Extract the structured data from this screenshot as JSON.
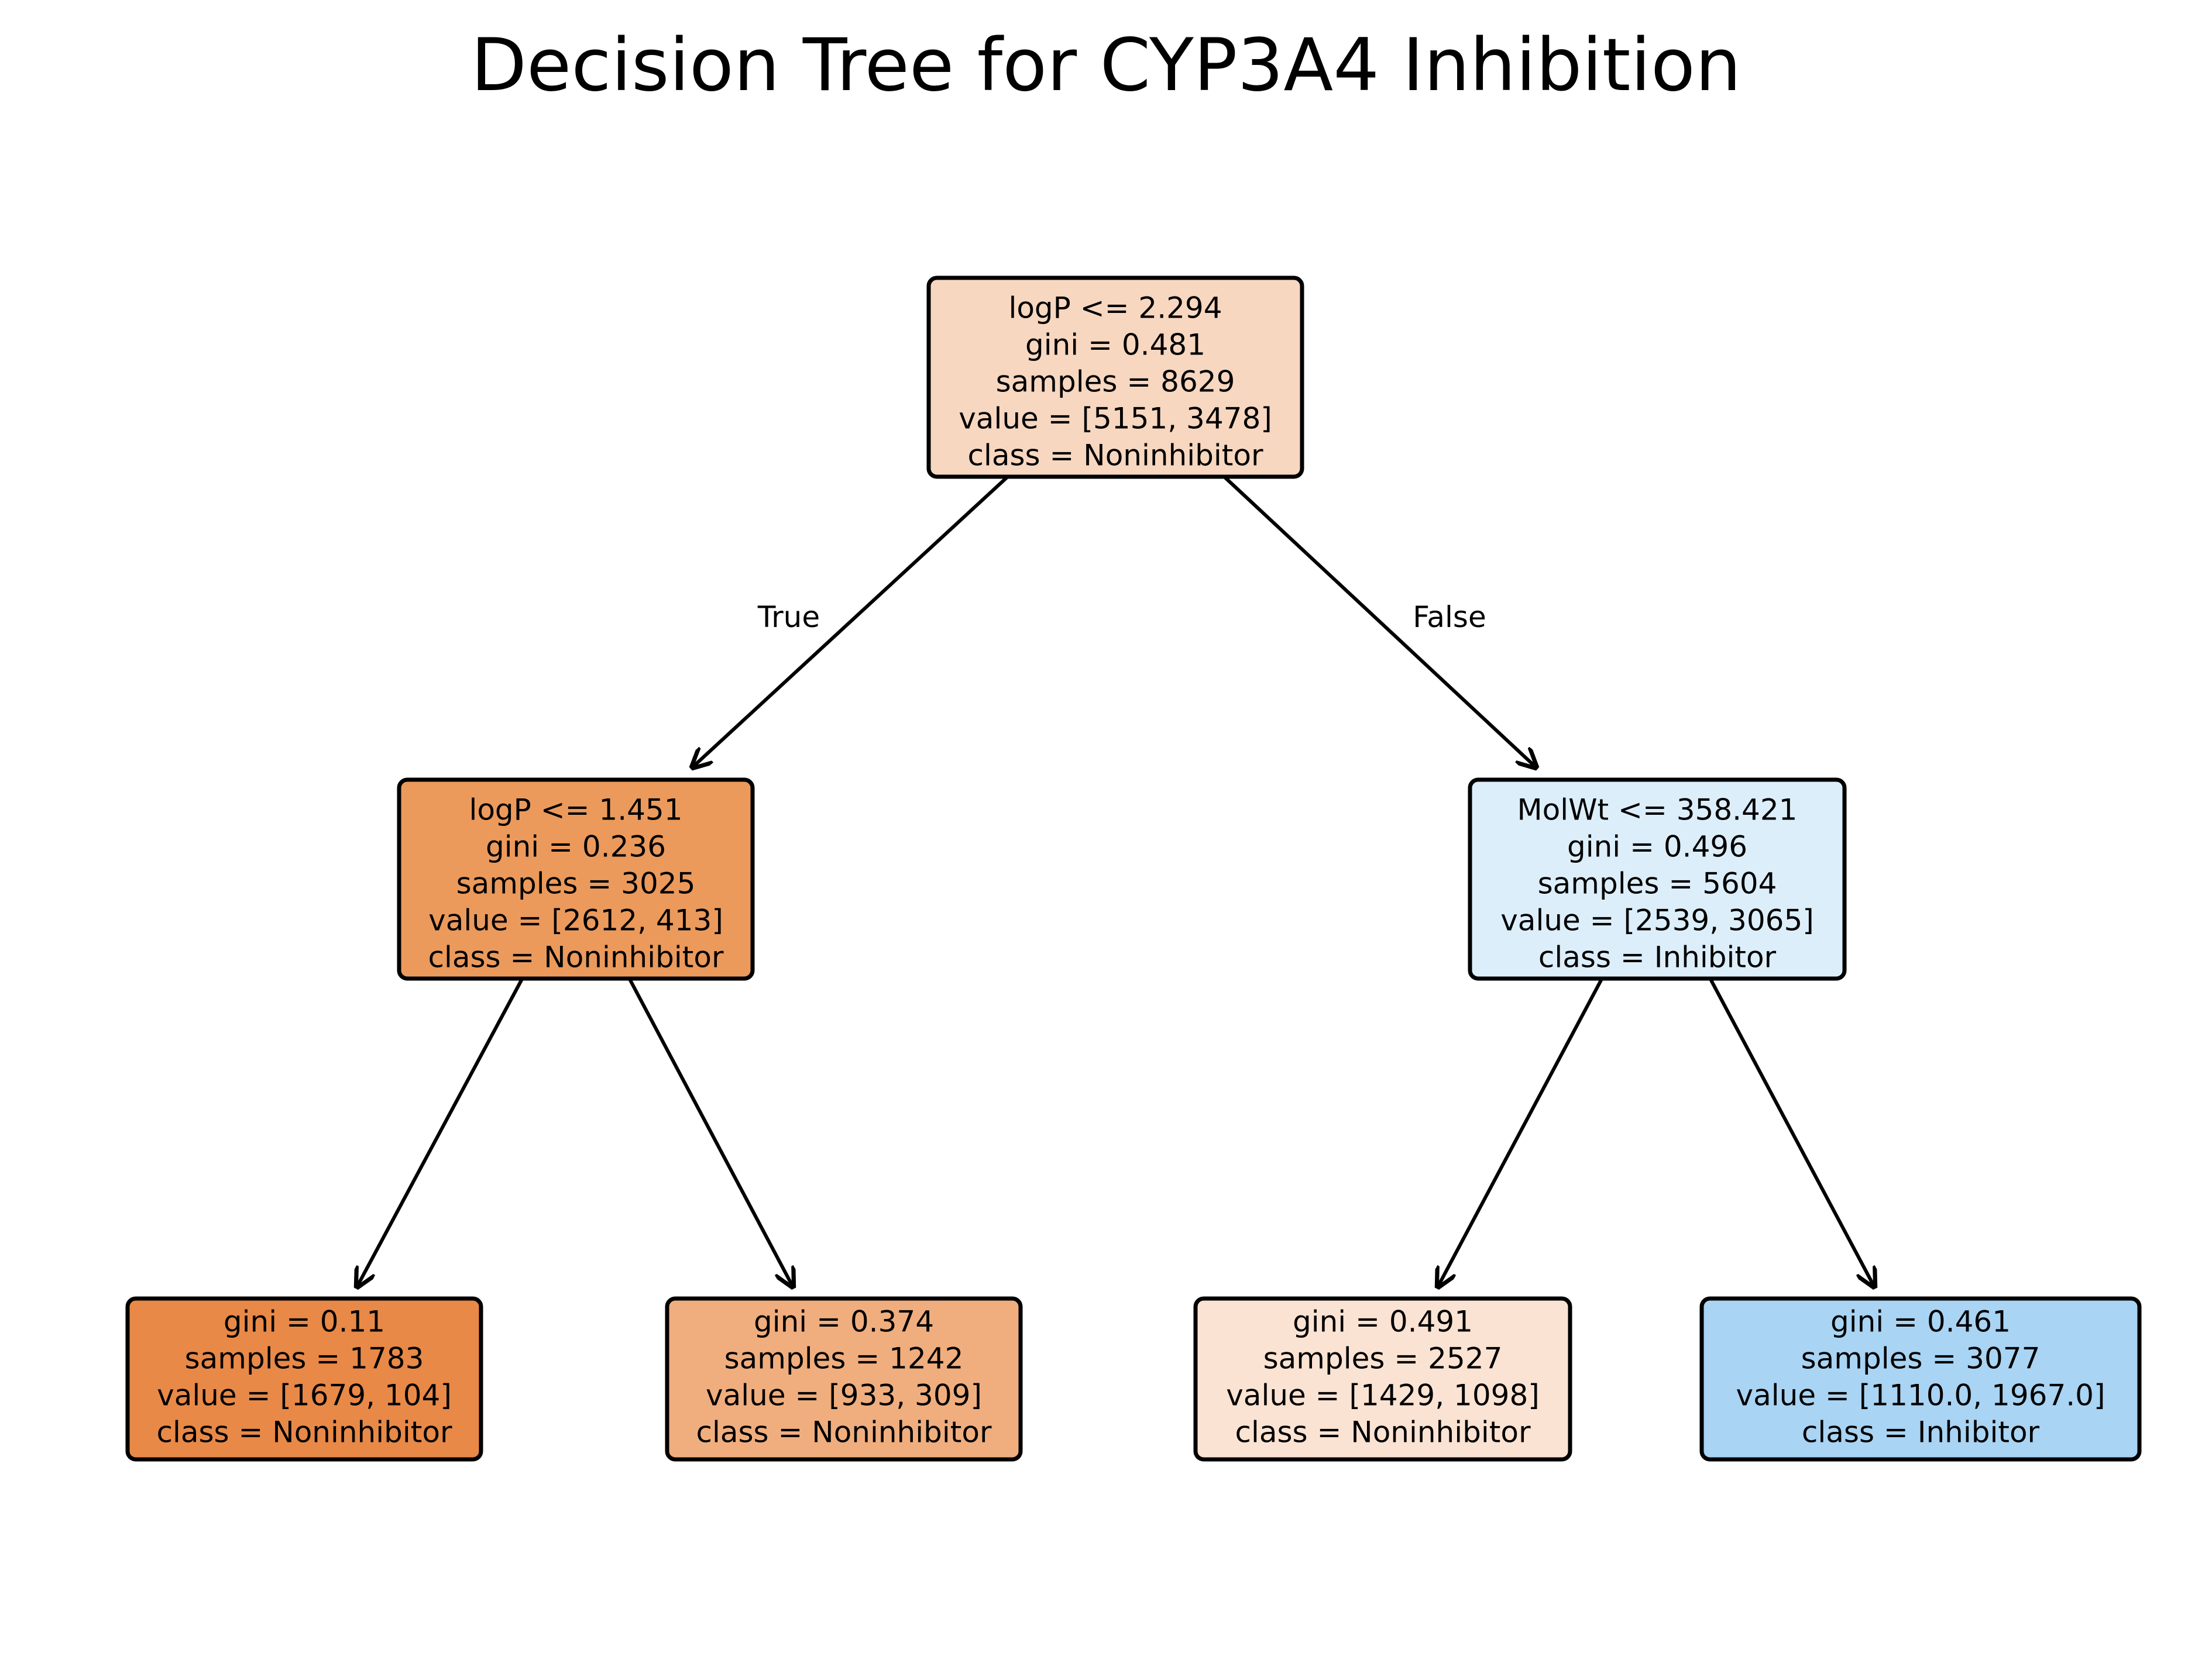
{
  "title": "Decision Tree for CYP3A4 Inhibition",
  "colors": {
    "node_root": "#f7d7c0",
    "node_left": "#eb9a5c",
    "node_right": "#ddeefb",
    "leaf_ll": "#e88948",
    "leaf_lr": "#f0ae7e",
    "leaf_rl": "#fbe3d3",
    "leaf_rr": "#a9d4f4",
    "border": "#000000"
  },
  "nodes": {
    "root": [
      "logP <= 2.294",
      "gini = 0.481",
      "samples = 8629",
      "value = [5151, 3478]",
      "class = Noninhibitor"
    ],
    "left": [
      "logP <= 1.451",
      "gini = 0.236",
      "samples = 3025",
      "value = [2612, 413]",
      "class = Noninhibitor"
    ],
    "right": [
      "MolWt <= 358.421",
      "gini = 0.496",
      "samples = 5604",
      "value = [2539, 3065]",
      "class = Inhibitor"
    ],
    "ll": [
      "gini = 0.11",
      "samples = 1783",
      "value = [1679, 104]",
      "class = Noninhibitor"
    ],
    "lr": [
      "gini = 0.374",
      "samples = 1242",
      "value = [933, 309]",
      "class = Noninhibitor"
    ],
    "rl": [
      "gini = 0.491",
      "samples = 2527",
      "value = [1429, 1098]",
      "class = Noninhibitor"
    ],
    "rr": [
      "gini = 0.461",
      "samples = 3077",
      "value = [1110.0, 1967.0]",
      "class = Inhibitor"
    ]
  },
  "edge_labels": {
    "true": "True",
    "false": "False"
  }
}
